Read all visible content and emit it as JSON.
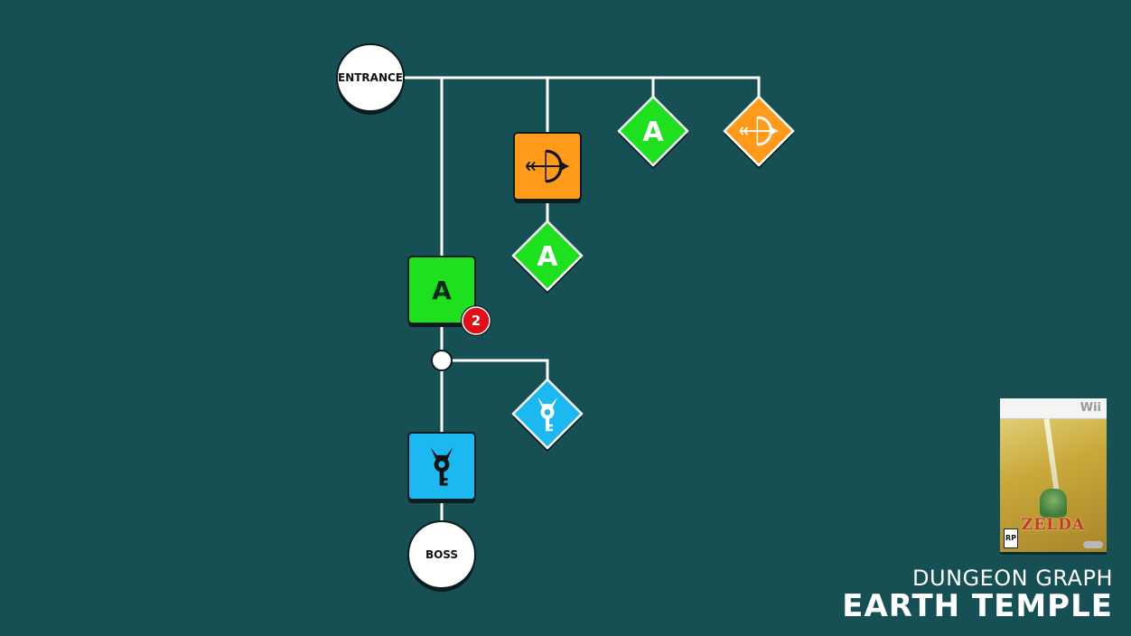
{
  "header": {
    "subtitle": "DUNGEON GRAPH",
    "title": "EARTH TEMPLE"
  },
  "colors": {
    "background": "#164f54",
    "edge": "#ffffff",
    "green": "#1ee01e",
    "orange": "#ff9a1a",
    "blue": "#1cb8f0",
    "badge": "#e0101a",
    "node_circle": "#ffffff"
  },
  "boxart": {
    "platform": "Wii",
    "logo": "ZELDA",
    "rating": "RP"
  },
  "graph": {
    "nodes": [
      {
        "id": "entrance",
        "kind": "circle",
        "label": "ENTRANCE",
        "name": "entrance-node"
      },
      {
        "id": "bow-item",
        "kind": "square",
        "color": "orange",
        "icon": "bow-icon",
        "name": "bow-item-node"
      },
      {
        "id": "key-a-1",
        "kind": "diamond",
        "color": "green",
        "letter": "A",
        "name": "small-key-diamond-node"
      },
      {
        "id": "bow-lock",
        "kind": "diamond",
        "color": "orange",
        "icon": "bow-icon",
        "name": "bow-lock-diamond-node"
      },
      {
        "id": "key-a-2",
        "kind": "diamond",
        "color": "green",
        "letter": "A",
        "name": "small-key-diamond-node-2"
      },
      {
        "id": "lock-a",
        "kind": "square",
        "color": "green",
        "letter": "A",
        "badge": "2",
        "name": "small-key-lock-node"
      },
      {
        "id": "junction",
        "kind": "junction",
        "name": "junction-node"
      },
      {
        "id": "boss-key",
        "kind": "diamond",
        "color": "blue",
        "icon": "boss-key-icon",
        "name": "boss-key-diamond-node"
      },
      {
        "id": "boss-lock",
        "kind": "square",
        "color": "blue",
        "icon": "boss-key-icon",
        "name": "boss-key-lock-node"
      },
      {
        "id": "boss",
        "kind": "circle",
        "label": "BOSS",
        "name": "boss-node"
      }
    ],
    "edges": [
      [
        "entrance",
        "lock-a"
      ],
      [
        "entrance",
        "bow-item"
      ],
      [
        "entrance",
        "key-a-1"
      ],
      [
        "entrance",
        "bow-lock"
      ],
      [
        "bow-item",
        "key-a-2"
      ],
      [
        "lock-a",
        "junction"
      ],
      [
        "junction",
        "boss-key"
      ],
      [
        "junction",
        "boss-lock"
      ],
      [
        "boss-lock",
        "boss"
      ]
    ]
  }
}
